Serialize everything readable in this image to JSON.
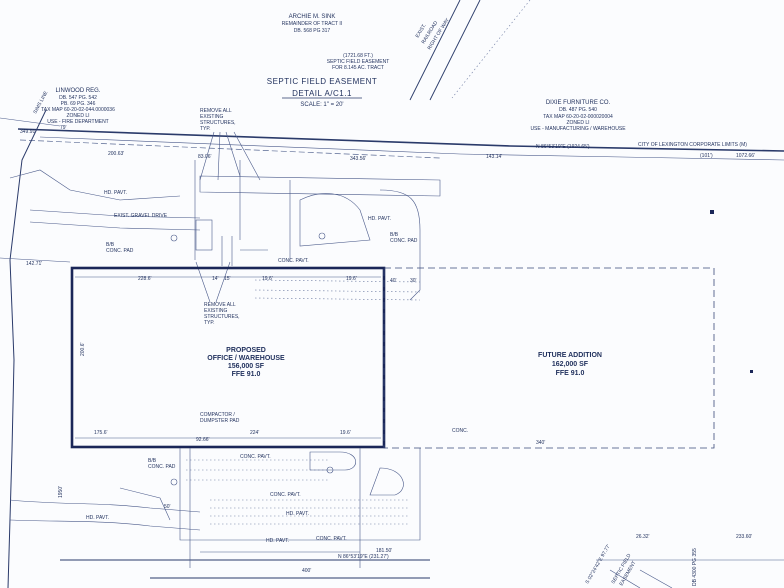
{
  "detail": {
    "title": "SEPTIC FIELD EASEMENT",
    "name": "DETAIL   A/C1.1",
    "scale": "SCALE:  1\" = 20'"
  },
  "owners": {
    "north": [
      "ARCHIE M. SINK",
      "REMAINDER OF TRACT II",
      "DB. 568 PG 317"
    ],
    "west": [
      "LINWOOD REG.",
      "DB. 547 PG. 542",
      "PB. 69 PG. 346",
      "TAX MAP 60-20-02-044.0000036",
      "ZONED LI",
      "USE - FIRE DEPARTMENT"
    ],
    "east": [
      "DIXIE FURNITURE CO.",
      "DB. 487 PG. 540",
      "TAX MAP 60-20-02-000020004",
      "ZONED LI",
      "USE - MANUFACTURING / WAREHOUSE"
    ]
  },
  "easement_note": [
    "(1721.68 FT.)",
    "SEPTIC FIELD EASEMENT",
    "FOR 8.145 AC. TRACT"
  ],
  "railroad": [
    "EXIST.",
    "RAILROAD",
    "RIGHT OF WAY"
  ],
  "city_limits": "CITY OF LEXINGTON CORPORATE LIMITS (M)",
  "bearings": {
    "north_line": "N 86°53'19\"E     (1924.65')",
    "south_line": "N 86°53'19\"E  (231.27')",
    "ne_dist1": "(101')",
    "ne_dist2": "1072.66'",
    "se_line": "S 02°24'42\"E  97.77'",
    "se_tag": [
      "DB 4300 PG 355"
    ]
  },
  "dims": {
    "d349": "349.91'",
    "d79": "79'",
    "d200": "200.63'",
    "d83": "83.06'",
    "d343": "343.56'",
    "d143": "143.14'",
    "d142": "142.71'",
    "d228": "228.6'",
    "d14": "14'",
    "d15": "15'",
    "d196a": "19.6'",
    "d196b": "19.6'",
    "d40": "40'",
    "d30": "30'",
    "d200v": "200.6'",
    "d175": "175.6'",
    "d926": "92.66'",
    "d224": "224'",
    "d196c": "19.6'",
    "d340": "340'",
    "d1950": "1950'",
    "d50": "50'",
    "d400": "400'",
    "d181": "181.50'",
    "d2632": "26.32'",
    "d233": "233.60'"
  },
  "labels": {
    "sims_line": "SIMS LINE",
    "hd_pavt_1": "HD. PAVT.",
    "hd_pavt_2": "HD. PAVT.",
    "hd_pavt_3": "HD. PAVT.",
    "hd_pavt_4": "HD. PAVT.",
    "hd_pavt_5": "HD. PAVT.",
    "gravel": "EXIST. GRAVEL DRIVE",
    "bb_pad_1": [
      "B/B",
      "CONC. PAD"
    ],
    "bb_pad_2": [
      "B/B",
      "CONC. PAD"
    ],
    "bb_pad_3": [
      "B/B",
      "CONC. PAD"
    ],
    "conc_pavt_1": "CONC. PAVT.",
    "conc_pavt_2": "CONC. PAVT.",
    "conc_pavt_3": "CONC. PAVT.",
    "conc_pavt_4": "CONC. PAVT.",
    "conc": "CONC.",
    "remove_1": [
      "REMOVE ALL",
      "EXISTING",
      "STRUCTURES,",
      "TYP."
    ],
    "remove_2": [
      "REMOVE ALL",
      "EXISTING",
      "STRUCTURES,",
      "TYP."
    ],
    "compactor": [
      "COMPACTOR /",
      "DUMPSTER PAD"
    ]
  },
  "building": {
    "line1": "PROPOSED",
    "line2": "OFFICE / WAREHOUSE",
    "line3": "156,000 SF",
    "line4": "FFE 91.0"
  },
  "future": {
    "line1": "FUTURE ADDITION",
    "line2": "162,000 SF",
    "line3": "FFE 91.0"
  },
  "se_easement": [
    "SEPTIC FIELD",
    "EASEMENT"
  ]
}
